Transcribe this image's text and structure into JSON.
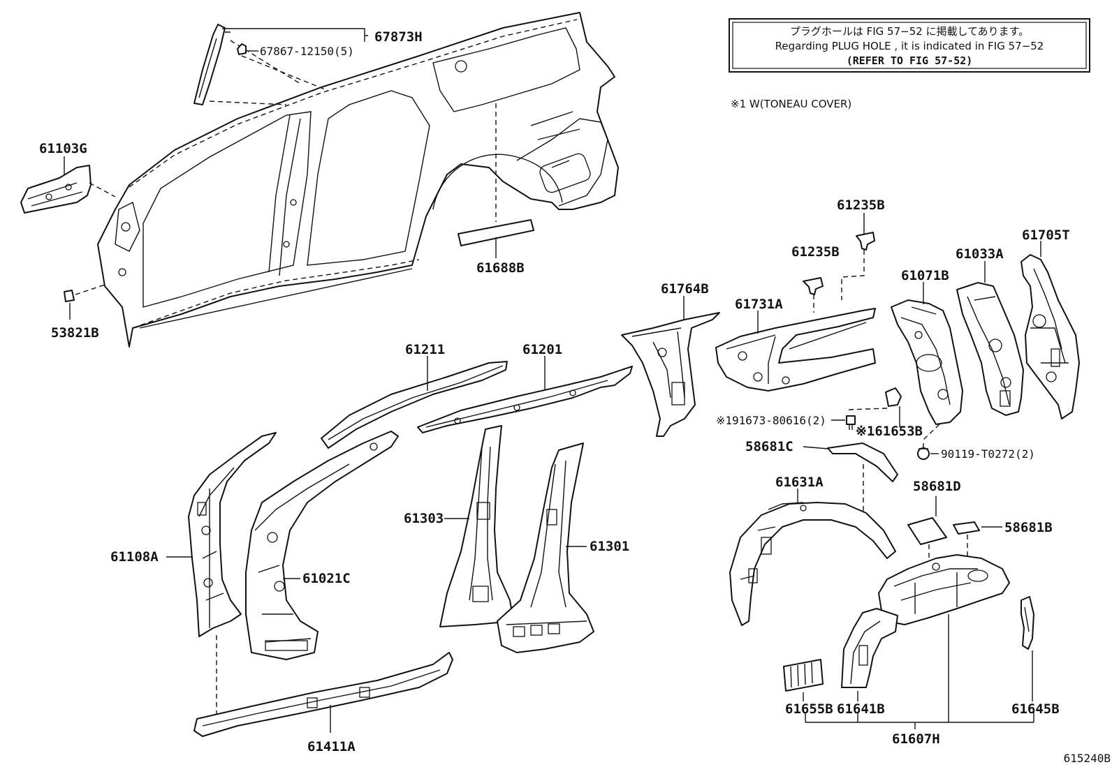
{
  "note_box": {
    "line1": "プラグホールは FIG 57−52 に掲載してあります。",
    "line2": "Regarding  PLUG  HOLE , it is indicated in FIG  57−52",
    "line3": "(REFER TO FIG 57-52)"
  },
  "footnote": "※1 W(TONEAU COVER)",
  "figure_id": "615240B",
  "labels": {
    "p67873H": "67873H",
    "p67867": "67867-12150(5)",
    "p61103G": "61103G",
    "p53821B": "53821B",
    "p61688B": "61688B",
    "p61235B_top": "61235B",
    "p61235B_mid": "61235B",
    "p61705T": "61705T",
    "p61033A": "61033A",
    "p61071B": "61071B",
    "p61764B": "61764B",
    "p61731A": "61731A",
    "p61211": "61211",
    "p61201": "61201",
    "p191673": "※191673-80616(2)",
    "p61653B": "※161653B",
    "p90119": "90119-T0272(2)",
    "p58681C": "58681C",
    "p61631A": "61631A",
    "p58681D": "58681D",
    "p58681B": "58681B",
    "p61108A": "61108A",
    "p61021C": "61021C",
    "p61303": "61303",
    "p61301": "61301",
    "p61411A": "61411A",
    "p61655B": "61655B",
    "p61641B": "61641B",
    "p61645B": "61645B",
    "p61607H": "61607H"
  }
}
